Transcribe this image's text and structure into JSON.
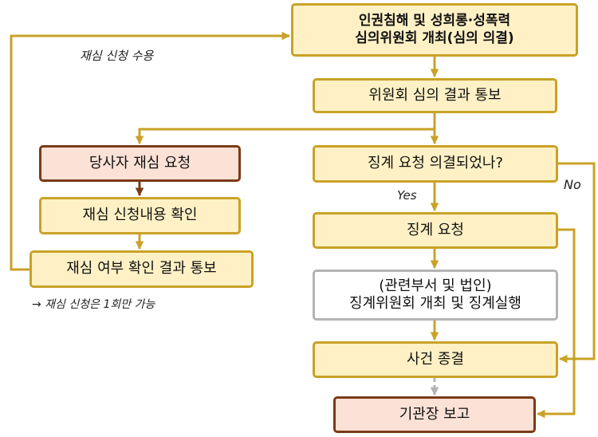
{
  "nodes": {
    "deliberation": {
      "line1": "인권침해 및 성희롱·성폭력",
      "line2": "심의위원회 개최(심의 의결)"
    },
    "notify_result": {
      "label": "위원회 심의 결과 통보"
    },
    "reexam_request": {
      "label": "당사자 재심 요청"
    },
    "disciplinary_question": {
      "label": "징계 요청 의결되었나?"
    },
    "check_reexam": {
      "label": "재심 신청내용 확인"
    },
    "reexam_result": {
      "label": "재심 여부 확인 결과 통보"
    },
    "disciplinary_request": {
      "label": "징계 요청"
    },
    "disciplinary_committee": {
      "line1": "(관련부서 및 법인)",
      "line2": "징계위원회 개최 및 징계실행"
    },
    "case_closed": {
      "label": "사건 종결"
    },
    "report": {
      "label": "기관장 보고"
    }
  },
  "annotations": {
    "reexam_accepted": "재심 신청 수용",
    "yes": "Yes",
    "no": "No",
    "reexam_once": "→ 재심 신청은 1회만 가능"
  },
  "colors": {
    "gold": "#c9a227",
    "brown": "#7a3b17",
    "grey": "#b4b4b4",
    "yellow_fill": "#fff1c5",
    "pink_fill": "#fbe1d6"
  }
}
